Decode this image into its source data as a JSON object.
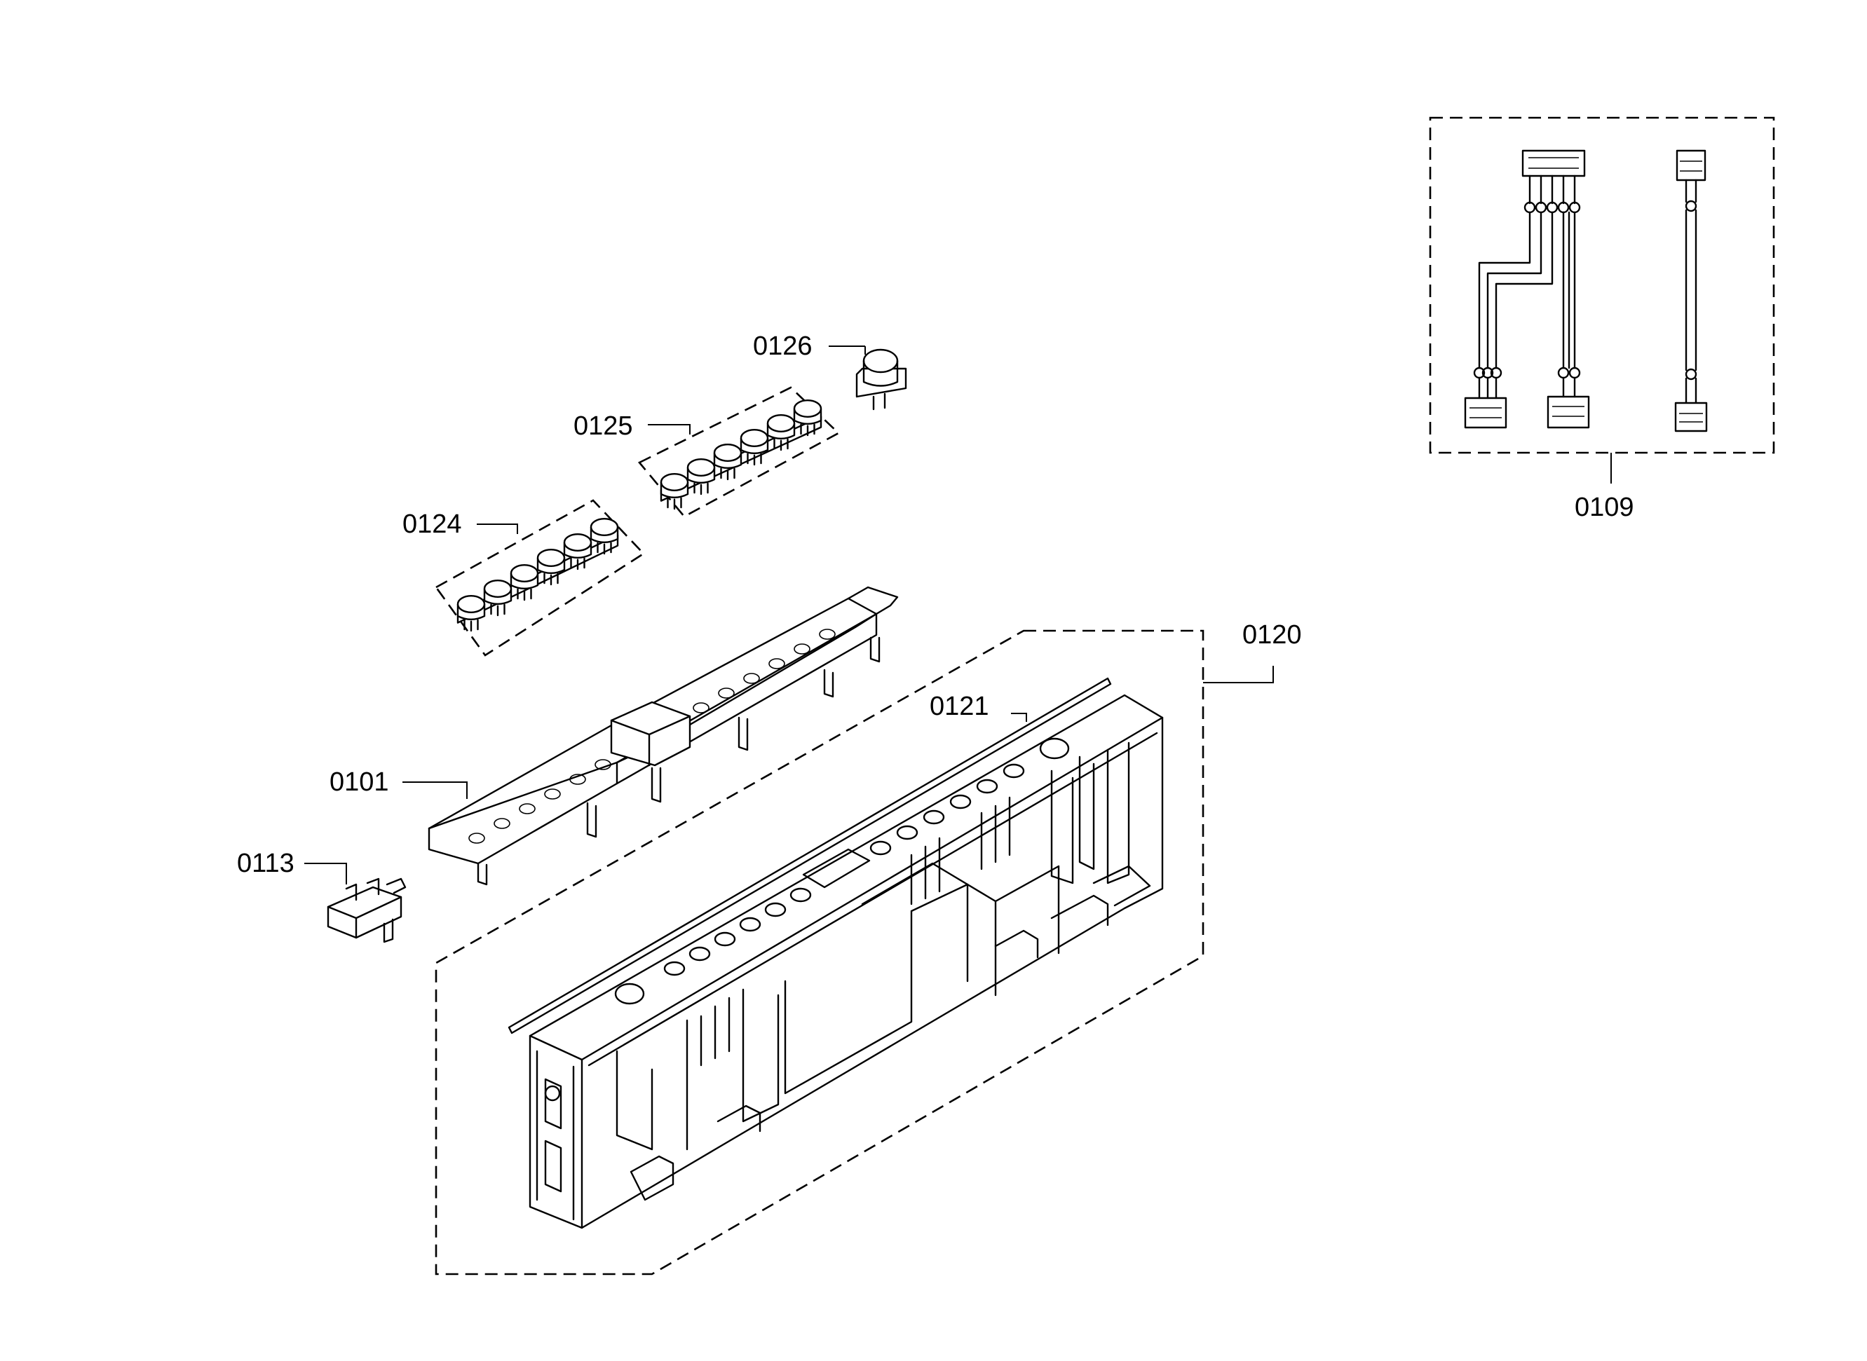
{
  "callouts": [
    {
      "id": "0126",
      "text": "0126"
    },
    {
      "id": "0125",
      "text": "0125"
    },
    {
      "id": "0124",
      "text": "0124"
    },
    {
      "id": "0101",
      "text": "0101"
    },
    {
      "id": "0113",
      "text": "0113"
    },
    {
      "id": "0121",
      "text": "0121"
    },
    {
      "id": "0120",
      "text": "0120"
    },
    {
      "id": "0109",
      "text": "0109"
    }
  ]
}
